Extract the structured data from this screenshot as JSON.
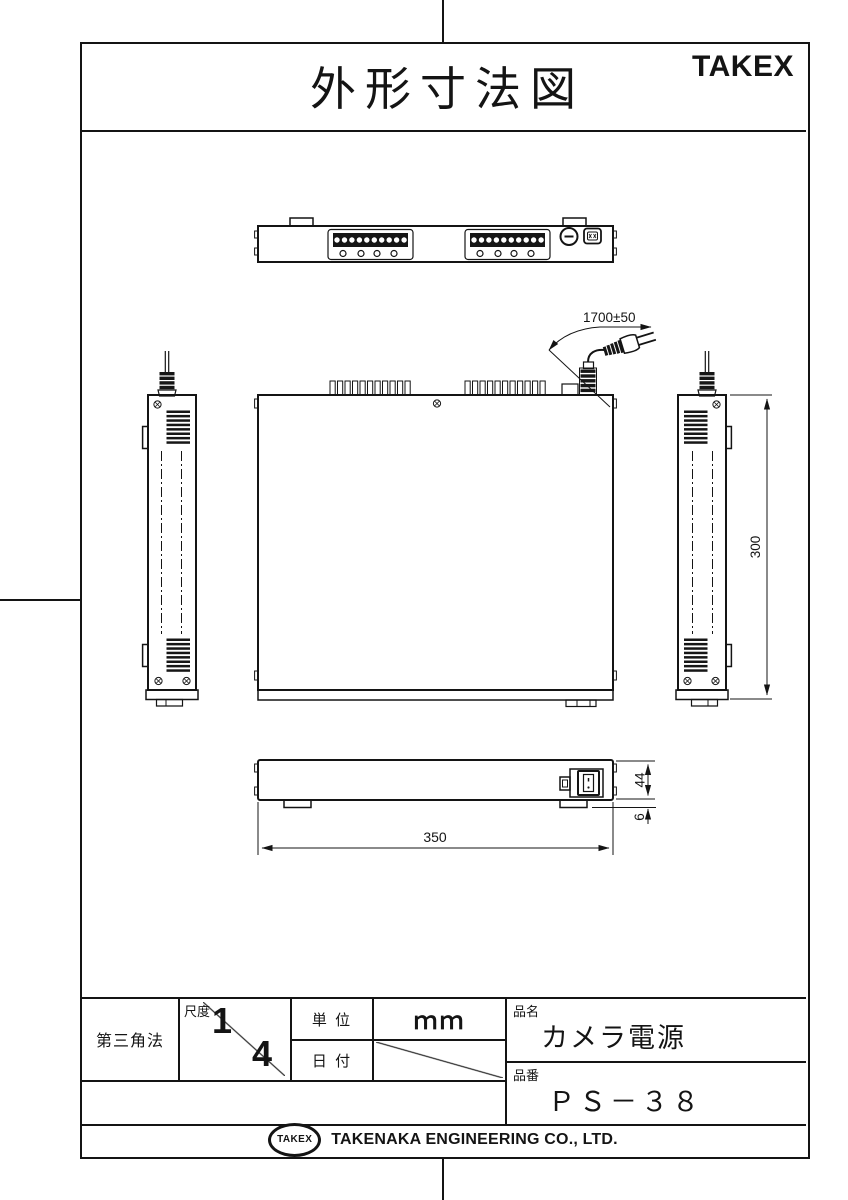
{
  "header": {
    "title": "外形寸法図",
    "brand": "TAKEX"
  },
  "drawing": {
    "dims": {
      "cord_length": "1700±50",
      "depth": "300",
      "width": "350",
      "body_height": "44",
      "foot_height": "6"
    }
  },
  "title_block": {
    "projection": "第三角法",
    "scale_label": "尺度",
    "scale_numerator": "1",
    "scale_denominator": "4",
    "unit_label": "単 位",
    "unit_value": "ｍｍ",
    "date_label": "日 付",
    "product_name_label": "品名",
    "product_name": "カメラ電源",
    "product_number_label": "品番",
    "product_number": "ＰＳ－３８"
  },
  "footer": {
    "logo_text": "TAKEX",
    "company": "TAKENAKA ENGINEERING CO., LTD."
  }
}
